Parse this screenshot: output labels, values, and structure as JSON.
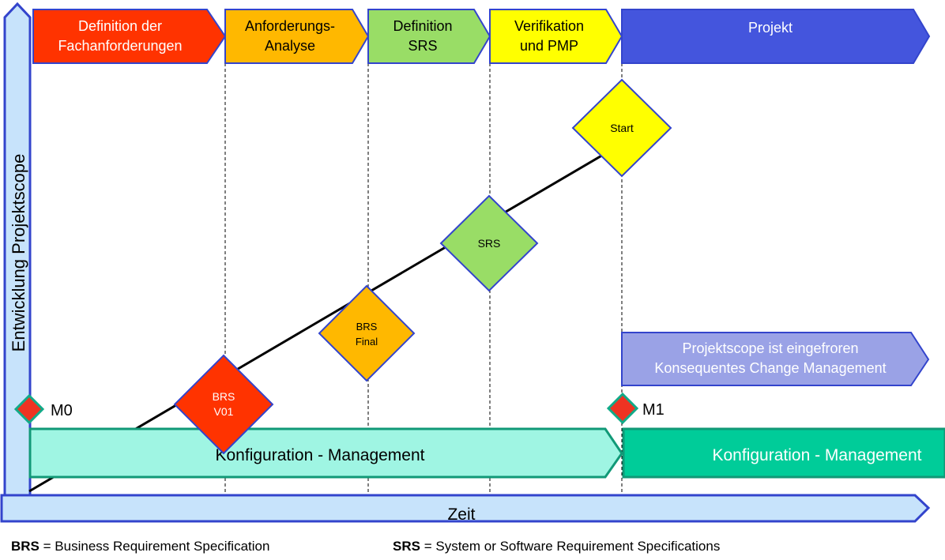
{
  "phases": [
    {
      "line1": "Definition der",
      "line2": "Fachanforderungen",
      "fill": "#ff3300"
    },
    {
      "line1": "Anforderungs-",
      "line2": "Analyse",
      "fill": "#ffb800"
    },
    {
      "line1": "Definition",
      "line2": "SRS",
      "fill": "#99dd66"
    },
    {
      "line1": "Verifikation",
      "line2": "und PMP",
      "fill": "#ffff00"
    },
    {
      "line1": "Projekt",
      "line2": "",
      "fill": "#4455dd"
    }
  ],
  "axes": {
    "y_label": "Entwicklung Projektscope",
    "x_label": "Zeit"
  },
  "milestones": [
    {
      "label": "BRS",
      "sub": "V01",
      "fill": "#ff3300"
    },
    {
      "label": "BRS",
      "sub": "Final",
      "fill": "#ffb800"
    },
    {
      "label": "SRS",
      "sub": "",
      "fill": "#99dd66"
    },
    {
      "label": "Start",
      "sub": "",
      "fill": "#ffff00"
    }
  ],
  "markers": {
    "m0": "M0",
    "m1": "M1"
  },
  "frozen": {
    "line1": "Projektscope ist eingefroren",
    "line2": "Konsequentes Change Management"
  },
  "config": {
    "left": "Konfiguration - Management",
    "right": "Konfiguration - Management"
  },
  "legend": {
    "brs_abbr": "BRS",
    "brs_text": "= Business Requirement Specification",
    "srs_abbr": "SRS",
    "srs_text": "= System or Software Requirement Specifications"
  },
  "colors": {
    "axis_fill": "#c7e3fb",
    "axis_stroke": "#3344cc",
    "config_left": "#9ff5e3",
    "config_right": "#00cc99",
    "config_stroke": "#119977",
    "frozen_fill": "#9aa2e6",
    "marker_fill": "#ee3322",
    "marker_stroke": "#11aa88"
  }
}
